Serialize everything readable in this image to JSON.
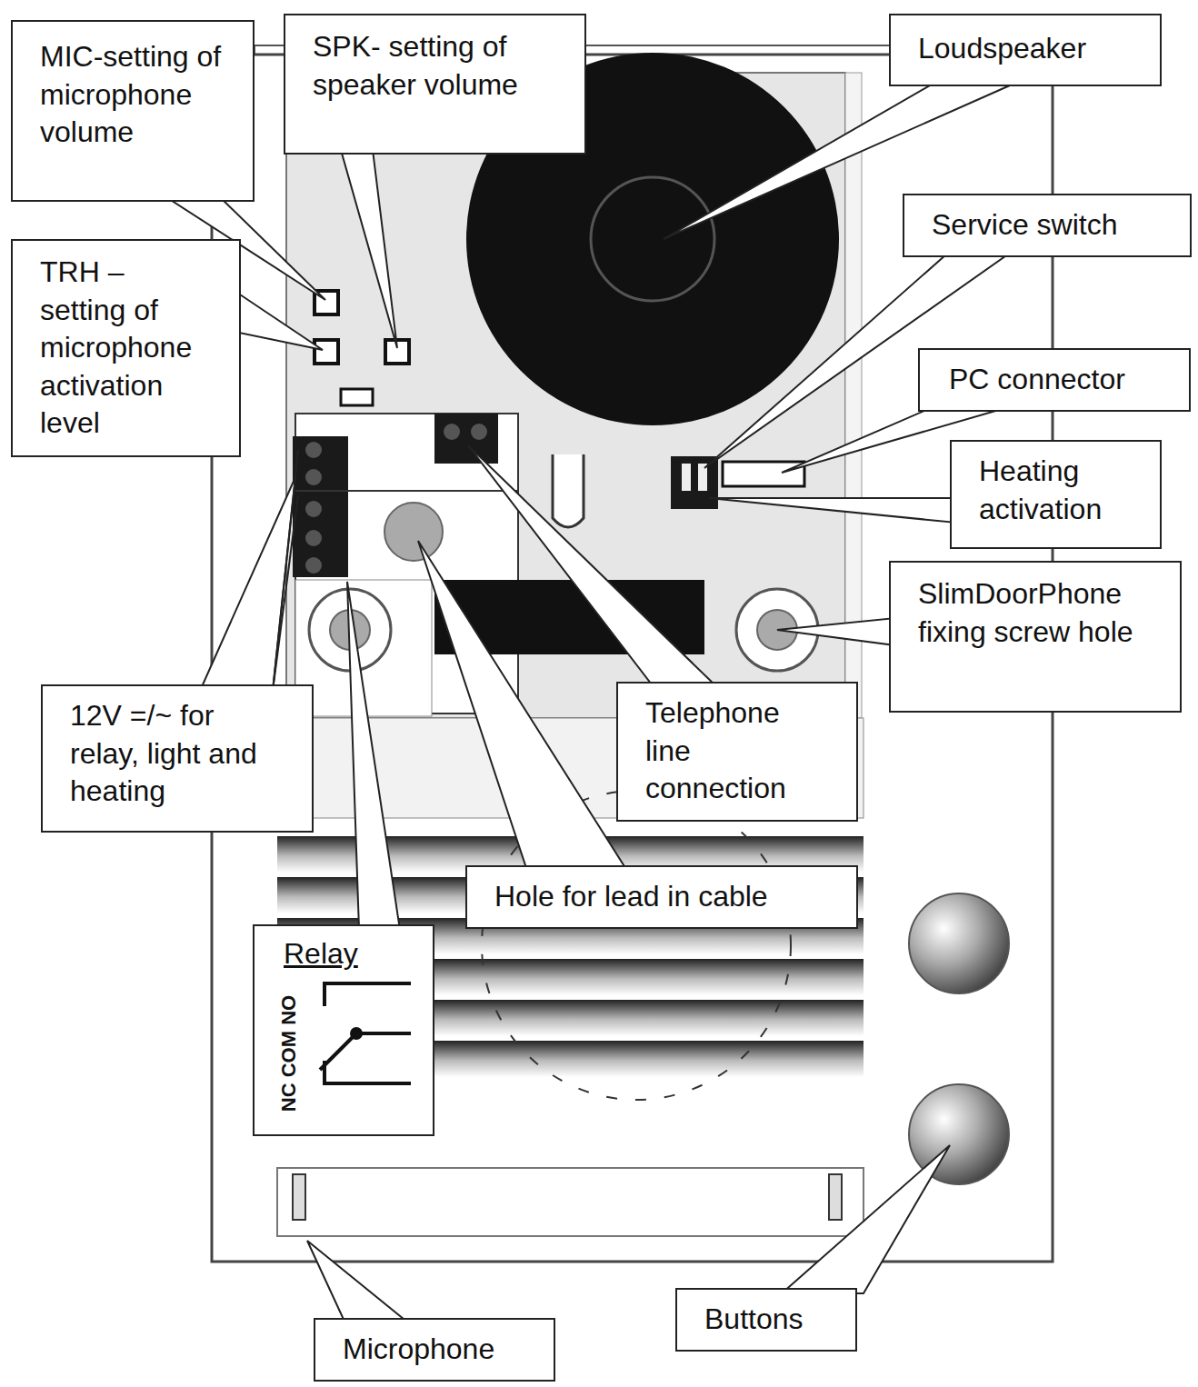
{
  "diagram": {
    "nodes": [
      {
        "text": [
          "MIC-setting of microphone volume"
        ]
      },
      {
        "text": [
          "SPK- setting of speaker volume"
        ]
      },
      {
        "text": [
          "Loudspeaker"
        ]
      },
      {
        "text": [
          "Service switch"
        ]
      },
      {
        "text": [
          "TRH – setting of microphone activation level"
        ]
      },
      {
        "text": [
          "PC connector"
        ]
      },
      {
        "text": [
          "Heating activation"
        ]
      },
      {
        "text": [
          "SlimDoorPhone fixing screw hole"
        ]
      },
      {
        "text": [
          "12V =/~ for relay, light and heating"
        ]
      },
      {
        "text": [
          "Telephone line connection"
        ]
      },
      {
        "text": [
          "Hole for lead in cable"
        ]
      },
      {
        "text": [
          "Relay",
          "NC COM NO"
        ]
      },
      {
        "text": [
          "Buttons"
        ]
      },
      {
        "text": [
          "Microphone"
        ]
      }
    ]
  }
}
